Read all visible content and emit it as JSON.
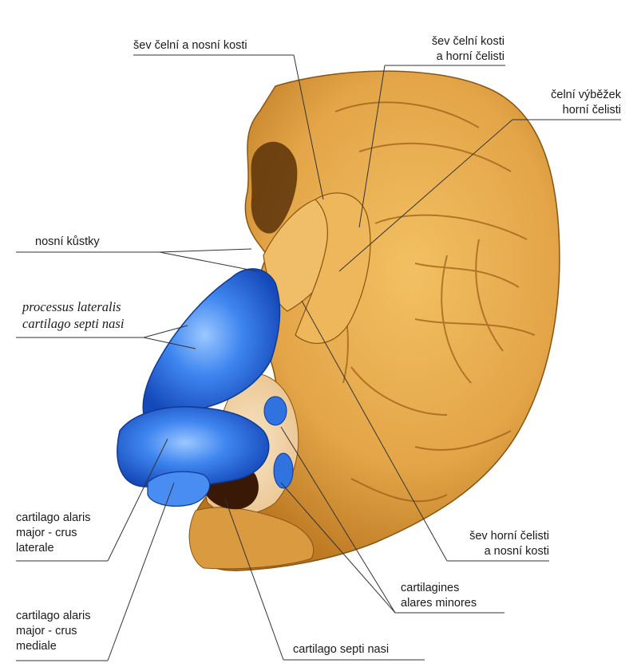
{
  "labels": {
    "sev_celni_nosni": "šev čelní a nosní kosti",
    "sev_celni_horni": [
      "šev čelní kosti",
      "a horní čelisti"
    ],
    "celni_vybezek": [
      "čelní výběžek",
      "horní čelisti"
    ],
    "nosni_kustky": "nosní kůstky",
    "processus": [
      "processus lateralis",
      "cartilago septi nasi"
    ],
    "alaris_laterale": [
      "cartilago alaris",
      "major - crus",
      "laterale"
    ],
    "alaris_mediale": [
      "cartilago alaris",
      "major - crus",
      "mediale"
    ],
    "sev_horni_nosni": [
      "šev horní čelisti",
      "a nosní kosti"
    ],
    "alares_minores": [
      "cartilagines",
      "alares minores"
    ],
    "septi_nasi": "cartilago septi nasi"
  },
  "colors": {
    "bone": "#e3a548",
    "bone_dark": "#b8741e",
    "cartilage": "#1f63d6",
    "cartilage_light": "#5ea0ff",
    "leader": "#333333"
  }
}
